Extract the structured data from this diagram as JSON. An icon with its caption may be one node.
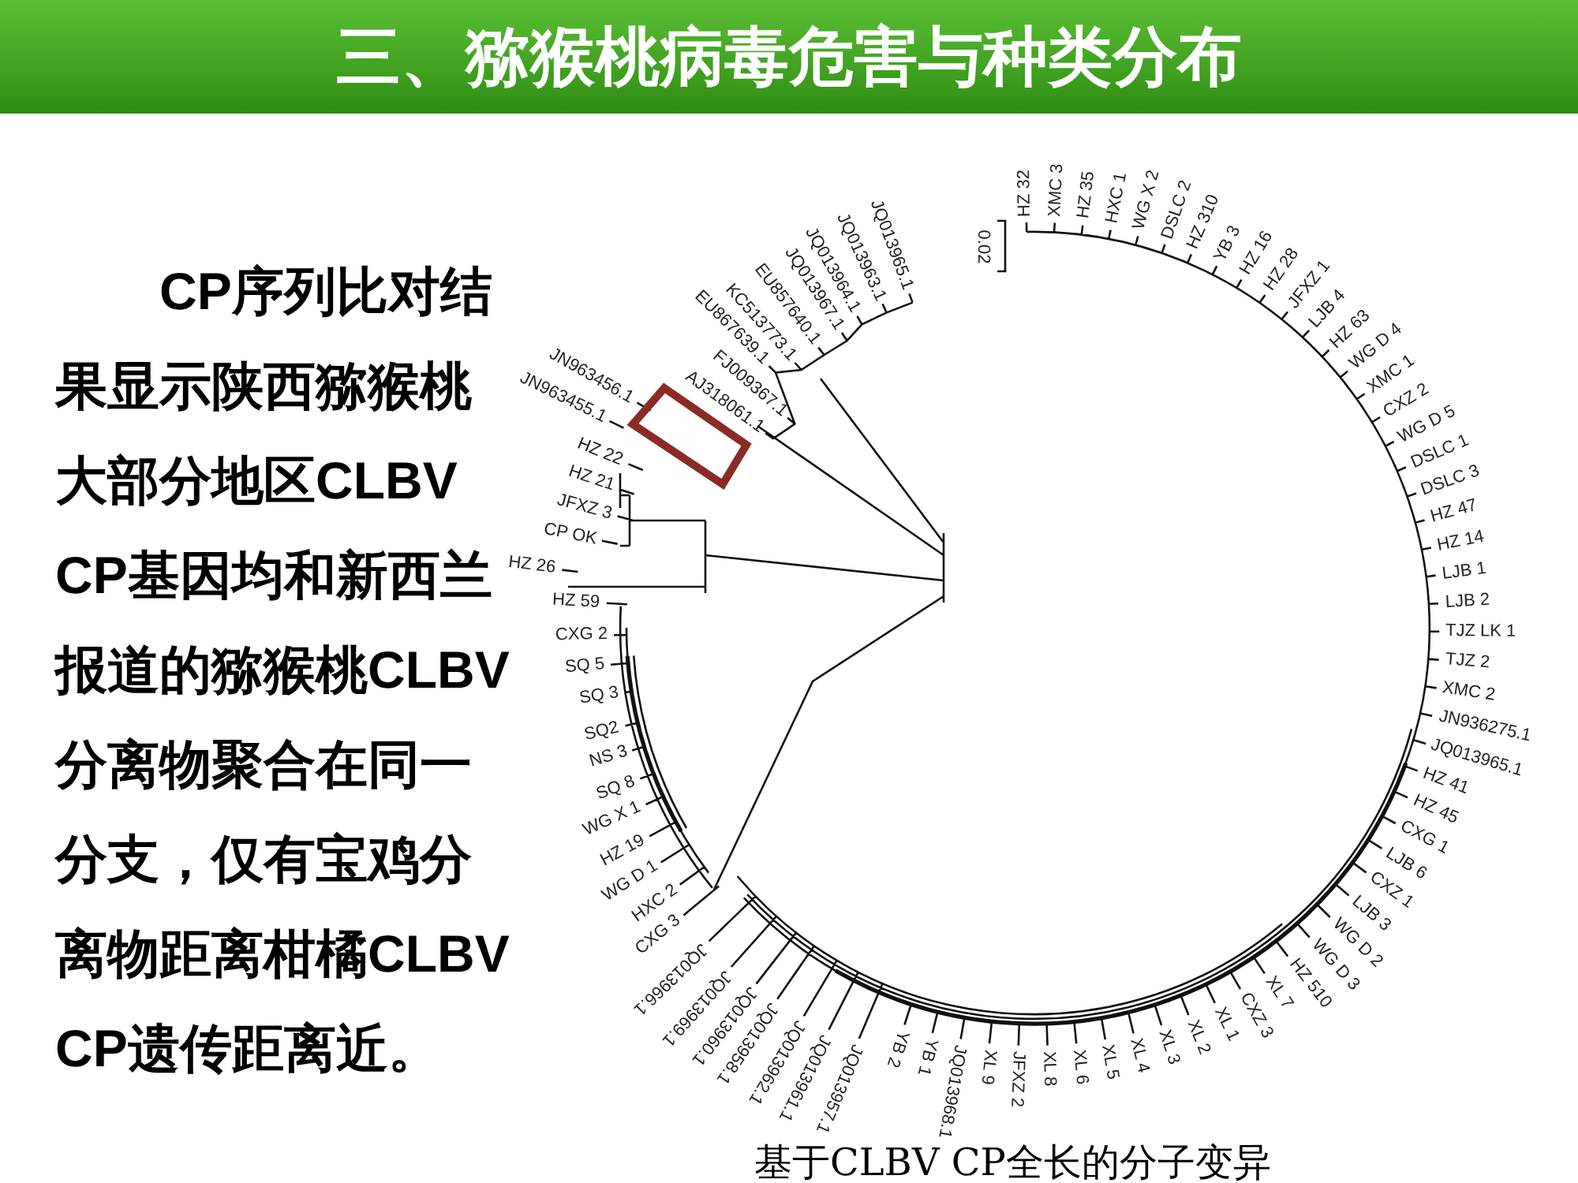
{
  "diagram": {
    "title": "三、猕猴桃病毒危害与种类分布",
    "caption": "基于CLBV CP全长的分子变异",
    "labels": [
      "CP序列比对结果显示陕西猕猴桃大部分地区CLBV CP基因均和新西兰报道的猕猴桃CLBV分离物聚合在同一分支，仅有宝鸡分离物距离柑橘CLBV CP遗传距离近。",
      "HZ 59",
      "HZ 26",
      "CP OK",
      "JFXZ 3",
      "HZ 21",
      "HZ 22",
      "JN963455.1",
      "JN963456.1",
      "AJ318061.1",
      "FJ009367.1",
      "EU867639.1",
      "KC513773.1",
      "EU857640.1",
      "JQ013967.1",
      "JQ013964.1",
      "JQ013963.1",
      "JQ013965.1",
      "0.02",
      "HZ 32",
      "XMC 3",
      "HZ 35",
      "HXC 1",
      "WG X 2",
      "DSLC 2",
      "HZ 310",
      "YB 3",
      "HZ 16",
      "HZ 28",
      "JFXZ 1",
      "LJB 4",
      "HZ 63",
      "WG D 4",
      "XMC 1",
      "CXZ 2",
      "WG D 5",
      "DSLC 1",
      "DSLC 3",
      "HZ 47",
      "HZ 14",
      "LJB 1",
      "LJB 2",
      "CXG 2",
      "SQ 5",
      "SQ 3",
      "SQ2",
      "NS 3",
      "SQ 8",
      "WG X 1",
      "HZ 19",
      "WG D 1",
      "HXC 2",
      "CXG 3",
      "JQ013966.1",
      "JQ013969.1",
      "JQ013960.1",
      "JQ013958.1",
      "JQ013962.1",
      "JQ013961.1",
      "JQ013957.1",
      "YB 2",
      "YB 1",
      "JQ013968.1",
      "XL 9",
      "JFXZ 2",
      "XL 8",
      "XL 6",
      "XL 5",
      "XL 4",
      "XL 3",
      "XL 2",
      "XL 1",
      "CXZ 3",
      "XL 7",
      "HZ 510",
      "WG D 3",
      "WG D 2",
      "LJB 3",
      "CXZ 1",
      "LJB 6",
      "CXG 1",
      "HZ 45",
      "HZ 41",
      "JQ013965.1",
      "JN936275.1",
      "XMC 2",
      "TJZ 2",
      "TJZ LK 1"
    ]
  }
}
